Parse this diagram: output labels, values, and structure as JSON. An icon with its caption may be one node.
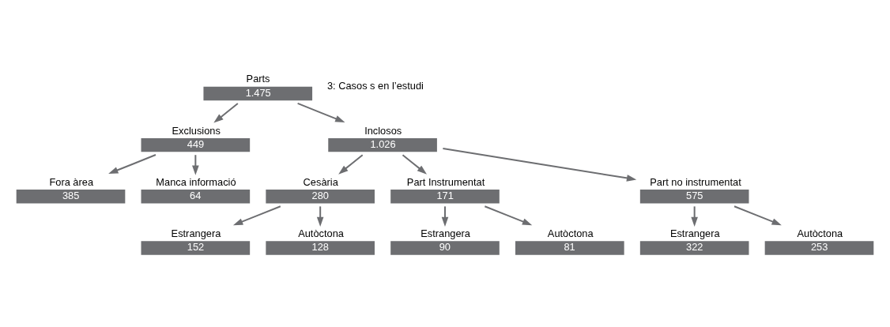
{
  "diagram": {
    "nodes": [
      {
        "text": [
          "Parts",
          "1.475"
        ]
      },
      {
        "text": [
          "Exclusions",
          "449"
        ]
      },
      {
        "text": [
          "Inclosos",
          "1.026"
        ]
      },
      {
        "text": [
          "Fora àrea",
          "385"
        ]
      },
      {
        "text": [
          "Manca informació",
          "64"
        ]
      },
      {
        "text": [
          "Cesària",
          "280"
        ]
      },
      {
        "text": [
          "Part Instrumentat",
          "171"
        ]
      },
      {
        "text": [
          "Part no instrumentat",
          "575"
        ]
      },
      {
        "text": [
          "Estrangera",
          "152"
        ]
      },
      {
        "text": [
          "Autòctona",
          "128"
        ]
      },
      {
        "text": [
          "Estrangera",
          "90"
        ]
      },
      {
        "text": [
          "Autòctona",
          "81"
        ]
      },
      {
        "text": [
          "Estrangera",
          "322"
        ]
      },
      {
        "text": [
          "Autòctona",
          "253"
        ]
      }
    ],
    "edges": [
      {
        "from": 0,
        "to": 1,
        "arrow": "to"
      },
      {
        "from": 0,
        "to": 2,
        "arrow": "to"
      },
      {
        "from": 1,
        "to": 3,
        "arrow": "to"
      },
      {
        "from": 1,
        "to": 4,
        "arrow": "to"
      },
      {
        "from": 2,
        "to": 5,
        "arrow": "to"
      },
      {
        "from": 2,
        "to": 6,
        "arrow": "to"
      },
      {
        "from": 2,
        "to": 7,
        "arrow": "to"
      },
      {
        "from": 5,
        "to": 8,
        "arrow": "to"
      },
      {
        "from": 5,
        "to": 9,
        "arrow": "to"
      },
      {
        "from": 6,
        "to": 10,
        "arrow": "to"
      },
      {
        "from": 6,
        "to": 11,
        "arrow": "to"
      },
      {
        "from": 7,
        "to": 12,
        "arrow": "to"
      },
      {
        "from": 7,
        "to": 13,
        "arrow": "to"
      }
    ],
    "labels": [
      "3: Casos s en l’estudi"
    ]
  }
}
